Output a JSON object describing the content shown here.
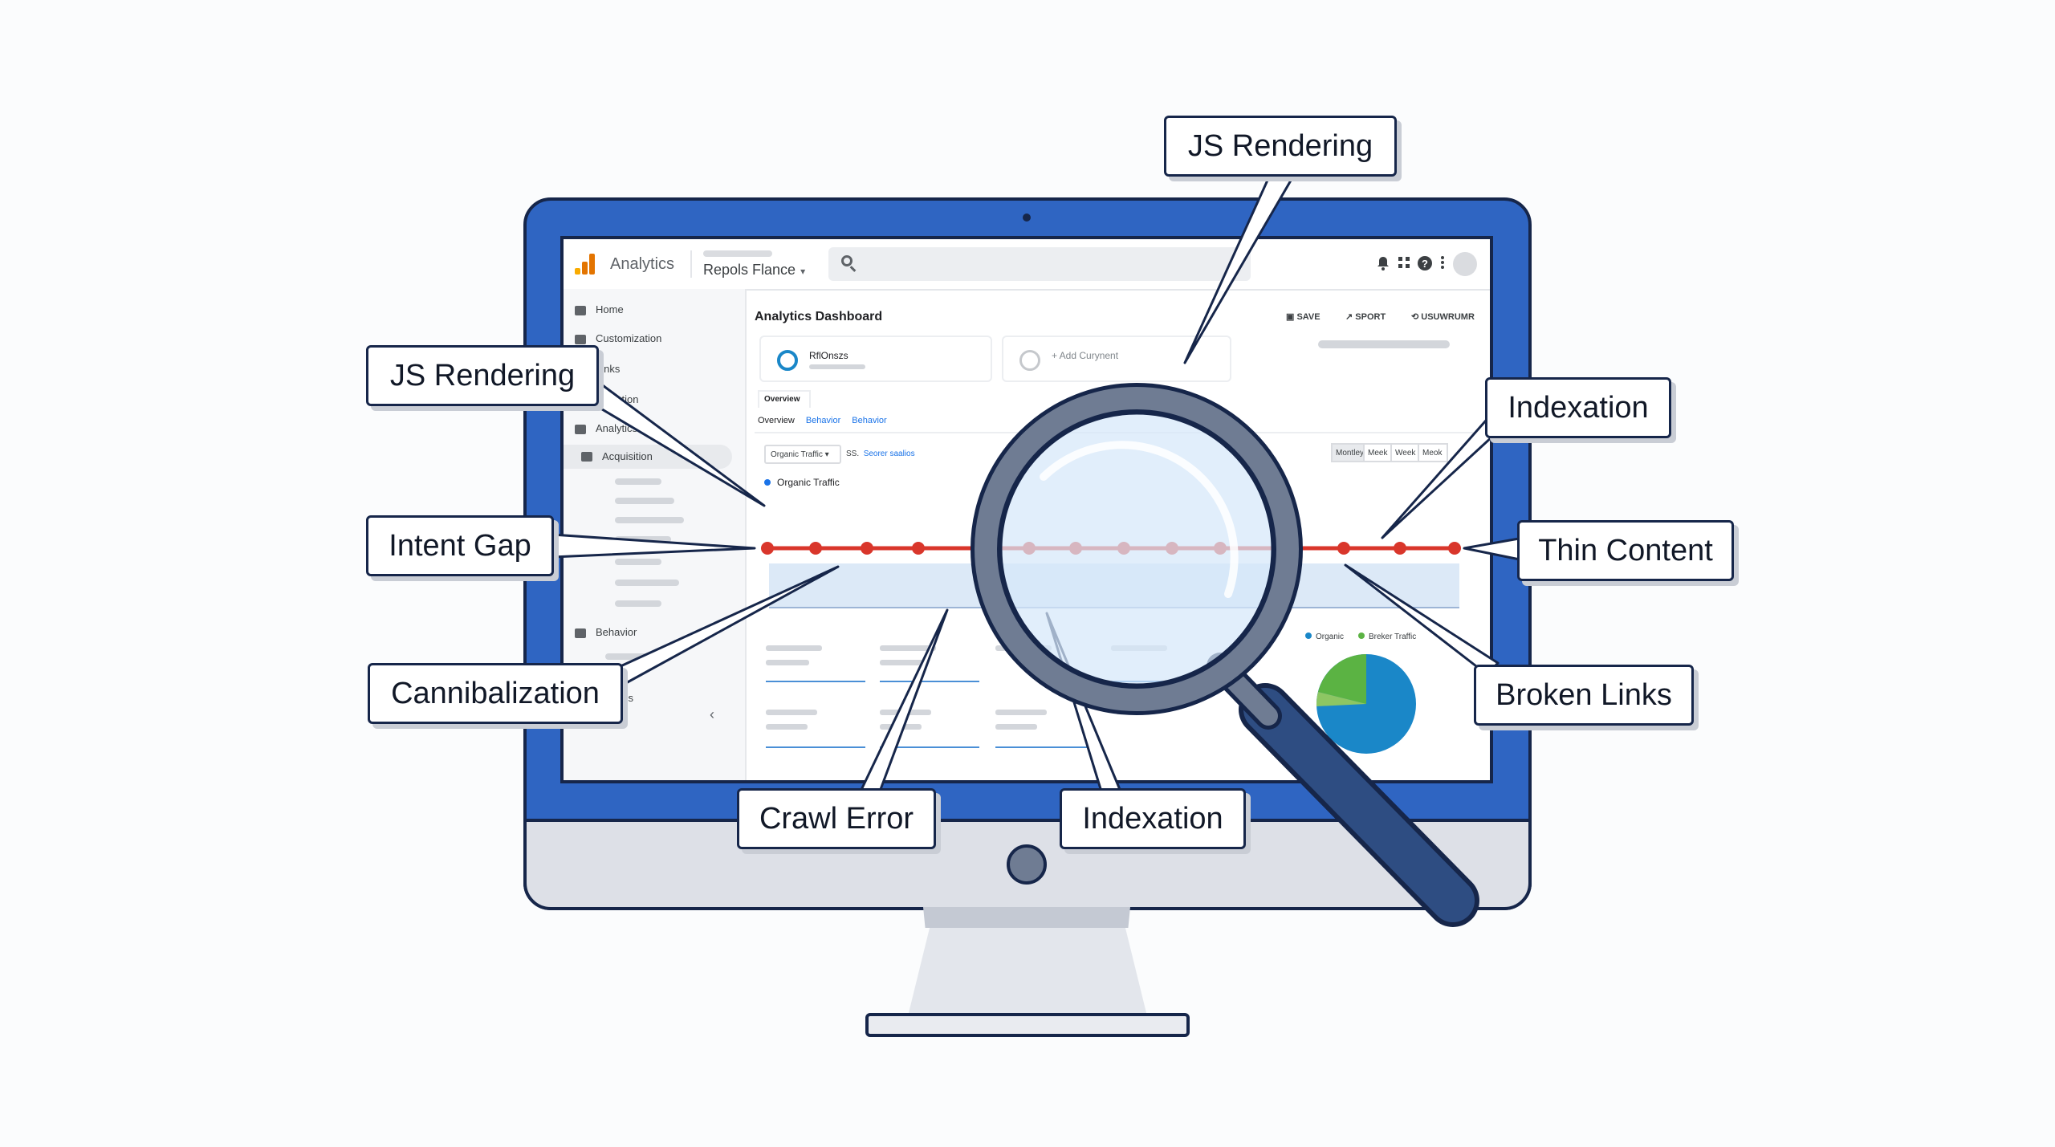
{
  "dashboard": {
    "app_title": "Analytics",
    "property_name": "Repols Flance",
    "caret": "▾",
    "icons": [
      "search-icon",
      "bell-icon",
      "apps-icon",
      "help-icon",
      "more-icon"
    ],
    "nav": [
      {
        "label": "Home"
      },
      {
        "label": "Customization"
      },
      {
        "label": "Links"
      },
      {
        "label": "Migration"
      },
      {
        "label": "Analytics"
      },
      {
        "label": "Acquisition"
      },
      {
        "label": "Behavior"
      },
      {
        "label": "Settings"
      }
    ],
    "collapse_glyph": "‹",
    "title": "Analytics Dashboard",
    "actions": {
      "save": "SAVE",
      "export": "SPORT",
      "share": "USUWRUMR"
    },
    "cards": {
      "primary": "RflOnszs",
      "add": "+ Add Curynent"
    },
    "tab_overview": "Overview",
    "subtabs": [
      "Overview",
      "Behavior",
      "Behavior"
    ],
    "filter_label": "Organic Traffic",
    "filter_extra": "SS.",
    "filter_link": "Seorer saalios",
    "ranges": [
      "Montley",
      "Meek",
      "Week",
      "Meok"
    ],
    "legend_label": "Organic Traffic",
    "pie_legend": [
      "Organic",
      "Breker Traffic"
    ],
    "colors": {
      "brand_blue": "#2f65c2",
      "outline": "#16264a",
      "alert_red": "#d9362b",
      "pie_blue": "#1a87c8",
      "pie_green": "#5bb343"
    }
  },
  "callouts": {
    "js_rendering_top": "JS Rendering",
    "js_rendering_left": "JS Rendering",
    "indexation_right": "Indexation",
    "intent_gap": "Intent Gap",
    "thin_content": "Thin Content",
    "cannibalization": "Cannibalization",
    "broken_links": "Broken Links",
    "crawl_error": "Crawl Error",
    "indexation_bottom": "Indexation"
  }
}
